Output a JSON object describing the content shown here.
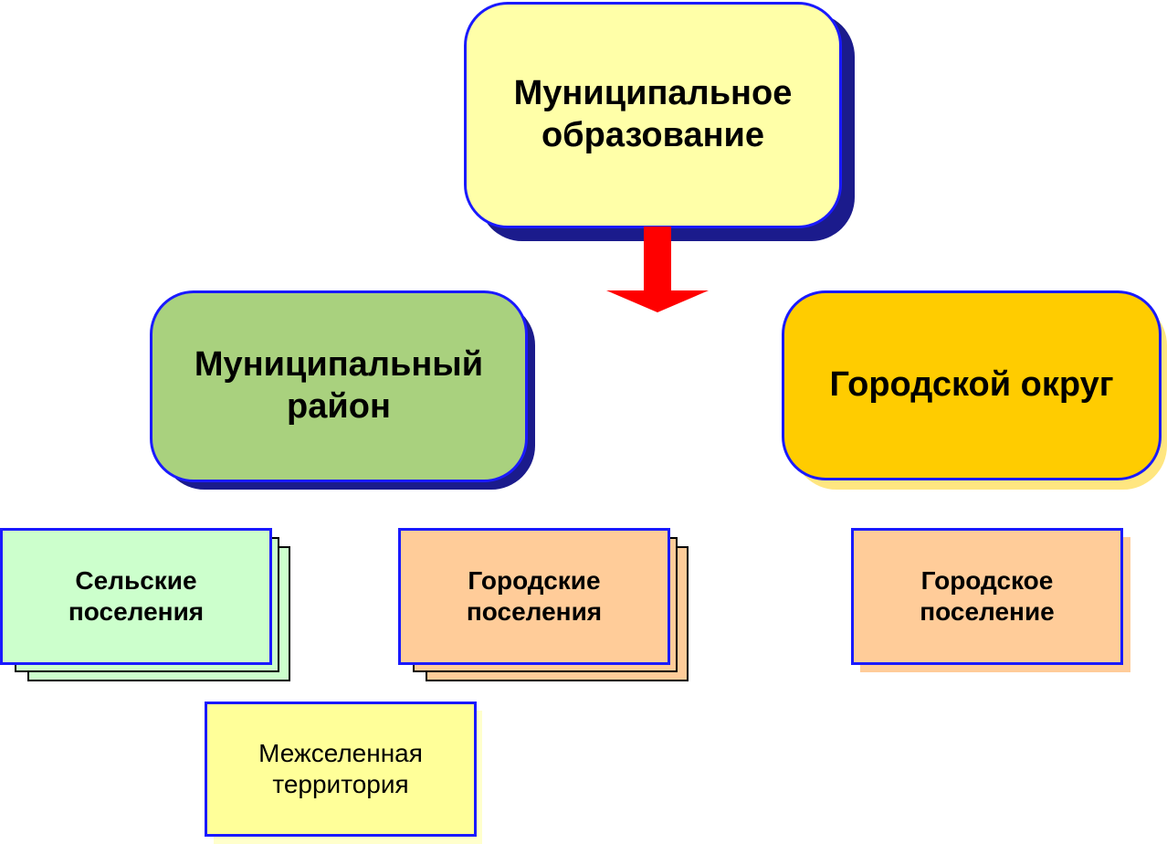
{
  "diagram": {
    "root": {
      "label": "Муниципальное\nобразование",
      "fill": "#ffffa8"
    },
    "district": {
      "label": "Муниципальный\nрайон",
      "fill": "#a9d17e"
    },
    "city_district": {
      "label": "Городской округ",
      "fill": "#ffcc00"
    },
    "rural_settlements": {
      "label": "Сельские\nпоселения",
      "fill": "#ccffcc"
    },
    "urban_settlements": {
      "label": "Городские\nпоселения",
      "fill": "#ffcc99"
    },
    "urban_settlement": {
      "label": "Городское\nпоселение",
      "fill": "#ffcc99"
    },
    "inter_settlement": {
      "label": "Межселенная\nтерритория",
      "fill": "#ffff99"
    },
    "colors": {
      "border_blue": "#1a1aff",
      "shadow_blue": "#1b1b8c",
      "shadow_gold": "#ffe680",
      "arrow_red": "#ff0000"
    }
  }
}
